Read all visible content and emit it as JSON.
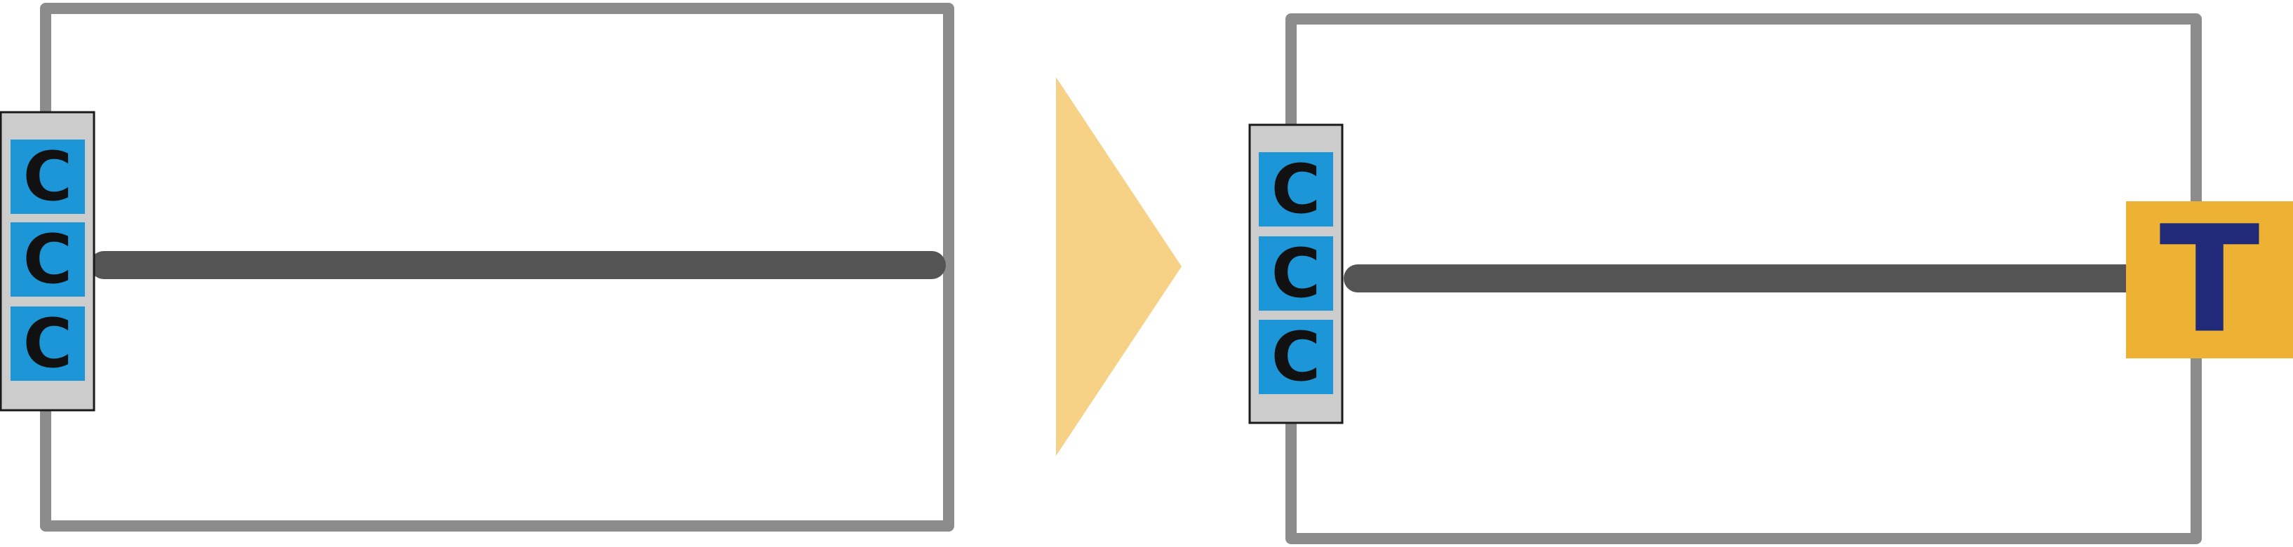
{
  "left_panel": {
    "cassette": {
      "cells": [
        "C",
        "C",
        "C"
      ]
    }
  },
  "transition_arrow": {
    "color": "#F7D186"
  },
  "right_panel": {
    "cassette": {
      "cells": [
        "C",
        "C",
        "C"
      ]
    },
    "terminal_block": {
      "label": "T",
      "color": "#EDB134"
    }
  },
  "colors": {
    "frame": "#8C8C8C",
    "rod": "#545454",
    "cassette_body": "#CCCCCC",
    "cell": "#1C96D6",
    "cell_letter": "#111111",
    "terminal_letter": "#202A78"
  }
}
